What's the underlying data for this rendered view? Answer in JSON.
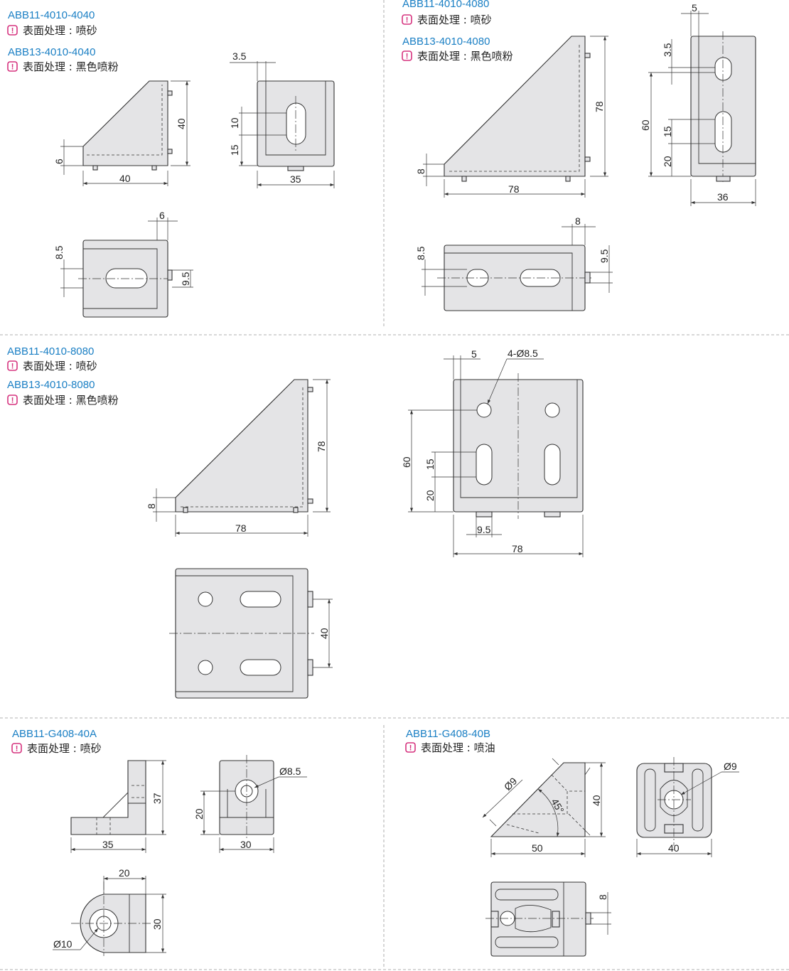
{
  "colors": {
    "title": "#1a7fc4",
    "notice_icon": "#d6337f",
    "part_fill": "#e4e4e6"
  },
  "p1": {
    "title1": "ABB11-4010-4040",
    "finish1": "表面处理 : 喷砂",
    "title2": "ABB13-4010-4040",
    "finish2": "表面处理 : 黑色喷粉",
    "d": {
      "a": "6",
      "b": "40",
      "c": "40",
      "d": "3.5",
      "e": "10",
      "f": "15",
      "g": "35",
      "h": "6",
      "i": "8.5",
      "j": "9.5"
    }
  },
  "p2": {
    "title1": "ABB11-4010-4080",
    "finish1": "表面处理 : 喷砂",
    "title2": "ABB13-4010-4080",
    "finish2": "表面处理 : 黑色喷粉",
    "d": {
      "a": "8",
      "b": "78",
      "c": "78",
      "d": "5",
      "e": "3.5",
      "f": "60",
      "g": "15",
      "h": "20",
      "i": "36",
      "j": "8",
      "k": "8.5",
      "l": "9.5"
    }
  },
  "p3": {
    "title1": "ABB11-4010-8080",
    "finish1": "表面处理 : 喷砂",
    "title2": "ABB13-4010-8080",
    "finish2": "表面处理 : 黑色喷粉",
    "d": {
      "a": "8",
      "b": "78",
      "c": "78",
      "d": "5",
      "e": "4-Ø8.5",
      "f": "60",
      "g": "15",
      "h": "20",
      "i": "9.5",
      "j": "78",
      "k": "40"
    }
  },
  "p4": {
    "title1": "ABB11-G408-40A",
    "finish1": "表面处理 : 喷砂",
    "d": {
      "a": "37",
      "b": "35",
      "c": "20",
      "d": "Ø8.5",
      "e": "30",
      "f": "20",
      "g": "30",
      "h": "Ø10"
    }
  },
  "p5": {
    "title1": "ABB11-G408-40B",
    "finish1": "表面处理 : 喷油",
    "d": {
      "a": "Ø9",
      "b": "45°",
      "c": "40",
      "d": "50",
      "e": "Ø9",
      "f": "40",
      "g": "8"
    }
  },
  "notice_icon": "exclamation-icon"
}
